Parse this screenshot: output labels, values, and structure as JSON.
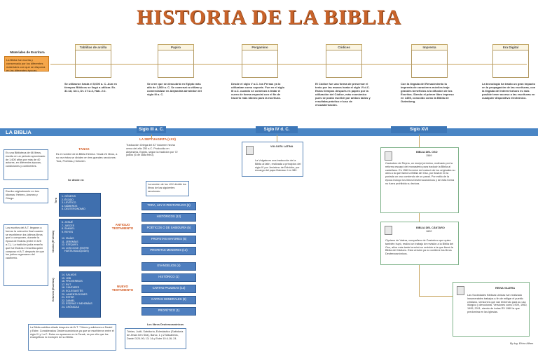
{
  "title": "HISTORIA DE LA BIBLIA",
  "materials": {
    "heading": "Materiales de Escritura",
    "description": "La Biblia fue escrita y conservada por los diferentes materiales con que se disponía en las diferentes épocas."
  },
  "timeline": [
    {
      "label": "Tablillas de arcilla",
      "text": "Se utilizaron hasta el 5,000 a. C. Aún en tiempos Bíblicos se llegó a utilizar. Ex. 31:18, 34:1, Dt. 27:2-3, Hab. 2:2."
    },
    {
      "label": "Papiro",
      "text": "Se cree que se descubrió en Egipto más allá de 2,500 a. C. Se comenzó a utilizar y comercializar en Alejandría alrededor del siglo III a. C."
    },
    {
      "label": "Pergamino",
      "text": "Desde el siglo V a.C. los Persas ya lo utilizaban como soporte. Fue en el siglo III a.C. cuando se comenzó a tratar el cuero de forma especial con el fin de hacerlo más idóneo para la escritura."
    },
    {
      "label": "Códices",
      "text": "El Códice fue una forma de preservar el texto por las manos hasta el siglo VI d.C. Estos tiempos después en papiro por la utilización del Códice, más económico pues se podía escribir por ambos lados y resultaba práctico el uso de encuadernación."
    },
    {
      "label": "Imprenta",
      "text": "Con la llegada del Renacimiento la imprenta de caracteres móviles trajo grandes beneficios a la difusión de los Escritos. Siendo el primer libro impreso en 1455, conocido como la Biblia de Gutenberg."
    },
    {
      "label": "Era Digital",
      "text": "La tecnología ha traído un gran impacto en la propagación de las escrituras, con la llegada del internet ahora es más posible tener acceso a las escrituras en cualquier dispositivo electrónico."
    }
  ],
  "bands": {
    "main": "LA BIBLIA",
    "s3": "Siglo III a. C.",
    "s4": "Siglo IV d. C.",
    "s16": "Siglo XVI"
  },
  "left": {
    "intro": "Es una Biblioteca de 66 libros, escrita en un periodo aproximado de 1,600 años por más de 40 autores, en diferentes épocas, condiciones y continentes.",
    "languages": "Escrita originalmente en tres idiomas: Hebreo, Arameo y Griego.",
    "writings": "Los escritos del A.T. llegaron a formar la colección final cuando se escribieron los últimos libros que lo componen, durante la época de Esdras (entre el 425 a.C.). La tradición judía enseña que fue Esdras el escriba quien compuso el A.T. después de que los judíos regresaron del cautiverio.",
    "tanak_title": "TANAK",
    "tanak_text": "Es el nombre de la Biblia Hebrea. Tanak 24 libros, a su vez éstos se dividen en tres grandes secciones: Tora, Profetas y Ketubim.",
    "divided": "Se divide en:",
    "torah_label": "Tora",
    "neviim_label": "Neviim (Profetas)",
    "ketuvim_label": "Ketuvim (Escritos)",
    "torah_list": "1. GÉNESIS\n2. ÉXODO\n3. LEVÍTICO\n4. NÚMEROS\n5. DEUTERONOMIO",
    "neviim_list": "6. JOSUÉ\n7. JUECES\n8. SAMUEL\n9. REYES\n\n10. ISAÍAS\n11. JEREMÍAS\n12. EZEQUIEL\n13. LOS DOCE (ENTRE\n    HASTA MALAQUÍAS)",
    "ketuvim_list": "14. SALMOS\n15. JOB\n16. PROVERBIOS\n17. RUT\n18. CANTARES\n19. ECLESIASTÉS\n20. LAMENTACIONES\n21. ESTER\n22. DANIEL\n23. ESDRAS Y NEHEMÍAS\n24. CRÓNICAS",
    "bottom_note": "La Biblia católica añade después del A.T. 7 libros y adiciones a Daniel y Ester. Considerados Deuterocanónicos ya que se escribieron entre el siglo IV y I a.C. Estos no aparecen en la Tanak, es por ello que los evangélicos lo excluyen de su Biblia."
  },
  "center": {
    "lxx_title": "LA SEPTUAGINTA (LXX)",
    "lxx_text": "Traducción Griega del AT Volumen hecha cerca del año 250 a.C. Producida en Alejandría, Egipto, según la tradición por 72 judíos (6 de cada tribu).",
    "version_note": "La versión de los LXX dividió los libros de las siguientes secciones:",
    "at_label": "ANTIGUO TESTAMENTO",
    "nt_label": "NUEVO TESTAMENTO",
    "at_items": [
      "TORA, LEY O PENTATEUCO (5)",
      "HISTÓRICOS (12)",
      "POÉTICOS O DE SABIDURÍA (5)",
      "PROFETAS MAYORES (5)",
      "PROFETAS MENORES (12)"
    ],
    "nt_items": [
      "EVANGELIOS (4)",
      "HISTÓRICO (1)",
      "CARTAS PAULINAS (13)",
      "CARTAS GENERALES (8)",
      "PROFÉTICO (1)"
    ],
    "deut_title": "Los libros Deuterocanónicos",
    "deut_text": "Tobías, Judit, Sabiduría, Eclesiástico (Sabiduría de Jesús ben Sira), Baruc, 1 y 2 Macabeos, Daniel 3:24-90; 13; 14 y Ester 10:4-16; 24."
  },
  "vulgata": {
    "title": "VULGATA LATINA",
    "text": "La Vulgata es una traducción de la Biblia al latín, realizada a principios del siglo IV por Jerónimo de Estridón, por encargo del papa Dámaso I en 382."
  },
  "oso": {
    "title": "BIBLIA DEL OSO",
    "year": "1569",
    "text": "Casiodoro de Reyna, un monje jerónimo, motivado por la reforma escapó del monasterio para traducir la Biblia al castellano. En 1569 terminó de traducir de los originales su obra a la que llamó la Biblia del Oso, por ilustrar en la portada un oso comiendo de un panal. Por estilo de la época incluyó los libros Deuterocanónicos y de esta forma no fuera prohibida su lectura."
  },
  "cantaro": {
    "title": "BIBLIA DEL CÁNTARO",
    "year": "1602",
    "text": "Cipriano de Valera, compañero de Casiodoro que quien también huyó, realizó un trabajo de revisión a la Biblia del Oso, años más tarde terminó su revisión a la que llamó la Biblia del Cántaro. Esta versión ya no contiene los libros Deuterocanónicos."
  },
  "reina": {
    "title": "REINA VALERA",
    "text": "Las Sociedades Bíblicas Unidas han realizado innumerables trabajos a fin de mitigar el pueblo cristiano, versiones que van teniendo para su uso litúrgico y devocional. Versiones como 1909, 1960, 1995, 2011, siendo de todas RV 1960 la que predomina en las iglesias."
  },
  "signature": "By Ing. Elvira Alfaro",
  "colors": {
    "title": "#c8632a",
    "band": "#4a86c5",
    "orange": "#f5a64a",
    "accent": "#d1541a"
  }
}
